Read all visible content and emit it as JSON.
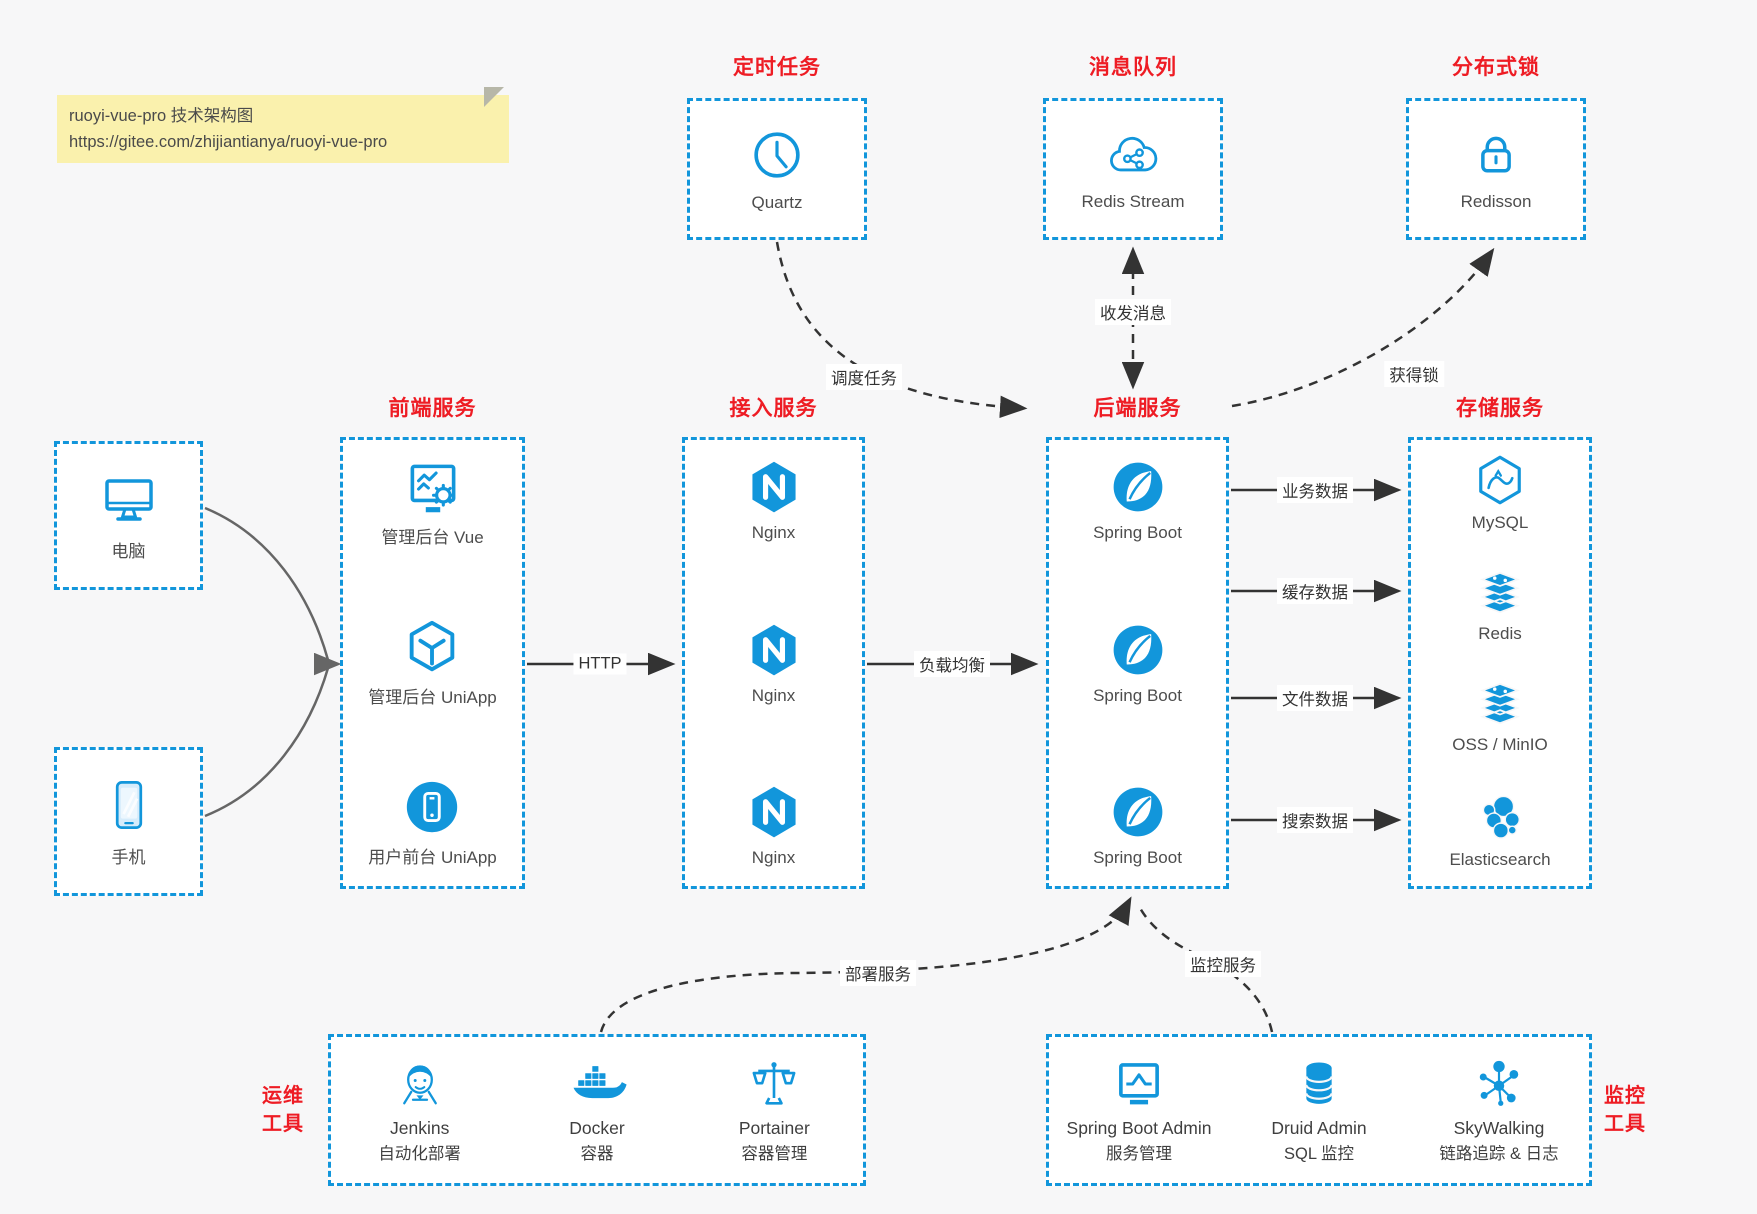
{
  "note": {
    "line1": "ruoyi-vue-pro 技术架构图",
    "line2": "https://gitee.com/zhijiantianya/ruoyi-vue-pro"
  },
  "colors": {
    "accent_blue": "#1296db",
    "title_red": "#ee1c24",
    "arrow_dark": "#333333",
    "client_arrow_gray": "#666666",
    "note_bg": "#faf1ad",
    "canvas_bg": "#f7f7f8"
  },
  "top_groups": [
    {
      "title": "定时任务",
      "icon": "clock-icon",
      "label": "Quartz"
    },
    {
      "title": "消息队列",
      "icon": "cloud-stream-icon",
      "label": "Redis Stream"
    },
    {
      "title": "分布式锁",
      "icon": "lock-icon",
      "label": "Redisson"
    }
  ],
  "clients": [
    {
      "icon": "desktop-icon",
      "label": "电脑"
    },
    {
      "icon": "phone-icon",
      "label": "手机"
    }
  ],
  "columns": [
    {
      "title": "前端服务",
      "items": [
        {
          "icon": "admin-vue-icon",
          "label": "管理后台 Vue"
        },
        {
          "icon": "uniapp-cube-icon",
          "label": "管理后台 UniApp"
        },
        {
          "icon": "uniapp-user-icon",
          "label": "用户前台 UniApp"
        }
      ]
    },
    {
      "title": "接入服务",
      "items": [
        {
          "icon": "nginx-icon",
          "label": "Nginx"
        },
        {
          "icon": "nginx-icon",
          "label": "Nginx"
        },
        {
          "icon": "nginx-icon",
          "label": "Nginx"
        }
      ]
    },
    {
      "title": "后端服务",
      "items": [
        {
          "icon": "spring-boot-icon",
          "label": "Spring Boot"
        },
        {
          "icon": "spring-boot-icon",
          "label": "Spring Boot"
        },
        {
          "icon": "spring-boot-icon",
          "label": "Spring Boot"
        }
      ]
    },
    {
      "title": "存储服务",
      "items": [
        {
          "icon": "mysql-icon",
          "label": "MySQL"
        },
        {
          "icon": "redis-icon",
          "label": "Redis"
        },
        {
          "icon": "oss-icon",
          "label": "OSS / MinIO"
        },
        {
          "icon": "elasticsearch-icon",
          "label": "Elasticsearch"
        }
      ]
    }
  ],
  "bottom_groups": [
    {
      "title_line1": "运维",
      "title_line2": "工具",
      "items": [
        {
          "icon": "jenkins-icon",
          "name": "Jenkins",
          "desc": "自动化部署"
        },
        {
          "icon": "docker-icon",
          "name": "Docker",
          "desc": "容器"
        },
        {
          "icon": "portainer-icon",
          "name": "Portainer",
          "desc": "容器管理"
        }
      ]
    },
    {
      "title_line1": "监控",
      "title_line2": "工具",
      "items": [
        {
          "icon": "spring-boot-admin-icon",
          "name": "Spring Boot Admin",
          "desc": "服务管理"
        },
        {
          "icon": "druid-icon",
          "name": "Druid Admin",
          "desc": "SQL 监控"
        },
        {
          "icon": "skywalking-icon",
          "name": "SkyWalking",
          "desc": "链路追踪 & 日志"
        }
      ]
    }
  ],
  "edges": {
    "http": "HTTP",
    "load_balance": "负载均衡",
    "business_data": "业务数据",
    "cache_data": "缓存数据",
    "file_data": "文件数据",
    "search_data": "搜索数据",
    "schedule_task": "调度任务",
    "message": "收发消息",
    "lock": "获得锁",
    "deploy": "部署服务",
    "monitor": "监控服务"
  }
}
